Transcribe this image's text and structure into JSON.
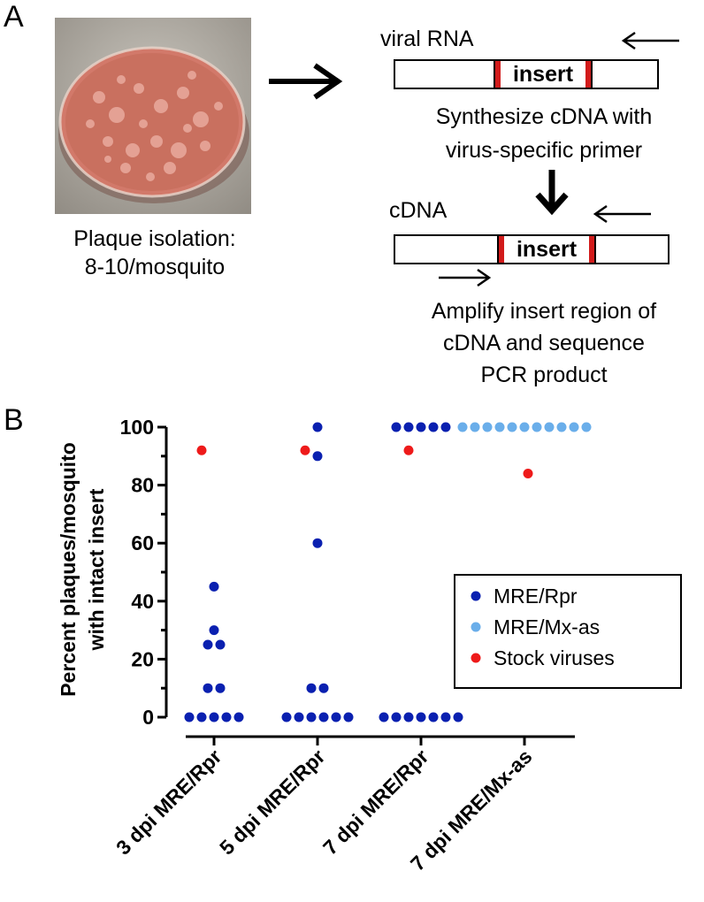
{
  "panel_a": {
    "letter": "A",
    "plaque_caption_line1": "Plaque isolation:",
    "plaque_caption_line2": "8-10/mosquito",
    "viral_rna_label": "viral RNA",
    "insert_label": "insert",
    "synth_line1": "Synthesize cDNA with",
    "synth_line2": "virus-specific primer",
    "cdna_label": "cDNA",
    "amplify_line1": "Amplify insert region of",
    "amplify_line2": "cDNA and sequence",
    "amplify_line3": "PCR product"
  },
  "panel_b": {
    "letter": "B",
    "ylabel_line1": "Percent plaques/mosquito",
    "ylabel_line2": "with intact insert"
  },
  "colors": {
    "mre_rpr": "#0a20b0",
    "mre_mx_as": "#6aaeea",
    "stock": "#ee1a1a",
    "insert_flank": "#d21b1b"
  },
  "chart_data": {
    "type": "scatter",
    "ylim": [
      0,
      100
    ],
    "yticks": [
      0,
      20,
      40,
      60,
      80,
      100
    ],
    "categories": [
      "3 dpi MRE/Rpr",
      "5 dpi MRE/Rpr",
      "7 dpi MRE/Rpr",
      "7 dpi MRE/Mx-as"
    ],
    "legend": [
      "MRE/Rpr",
      "MRE/Mx-as",
      "Stock viruses"
    ],
    "legend_position": "right",
    "series": [
      {
        "name": "MRE/Rpr",
        "color": "#0a20b0",
        "points": [
          {
            "category": 0,
            "values": [
              45,
              30,
              25,
              25,
              10,
              10,
              0,
              0,
              0,
              0,
              0
            ]
          },
          {
            "category": 1,
            "values": [
              100,
              90,
              60,
              10,
              10,
              0,
              0,
              0,
              0,
              0,
              0
            ]
          },
          {
            "category": 2,
            "values": [
              100,
              100,
              100,
              100,
              100,
              0,
              0,
              0,
              0,
              0,
              0,
              0
            ]
          }
        ]
      },
      {
        "name": "MRE/Mx-as",
        "color": "#6aaeea",
        "points": [
          {
            "category": 3,
            "values": [
              100,
              100,
              100,
              100,
              100,
              100,
              100,
              100,
              100,
              100,
              100
            ]
          }
        ]
      },
      {
        "name": "Stock viruses",
        "color": "#ee1a1a",
        "points": [
          {
            "category": 0,
            "values": [
              92
            ]
          },
          {
            "category": 1,
            "values": [
              92
            ]
          },
          {
            "category": 2,
            "values": [
              92
            ]
          },
          {
            "category": 3,
            "values": [
              84
            ]
          }
        ]
      }
    ]
  }
}
